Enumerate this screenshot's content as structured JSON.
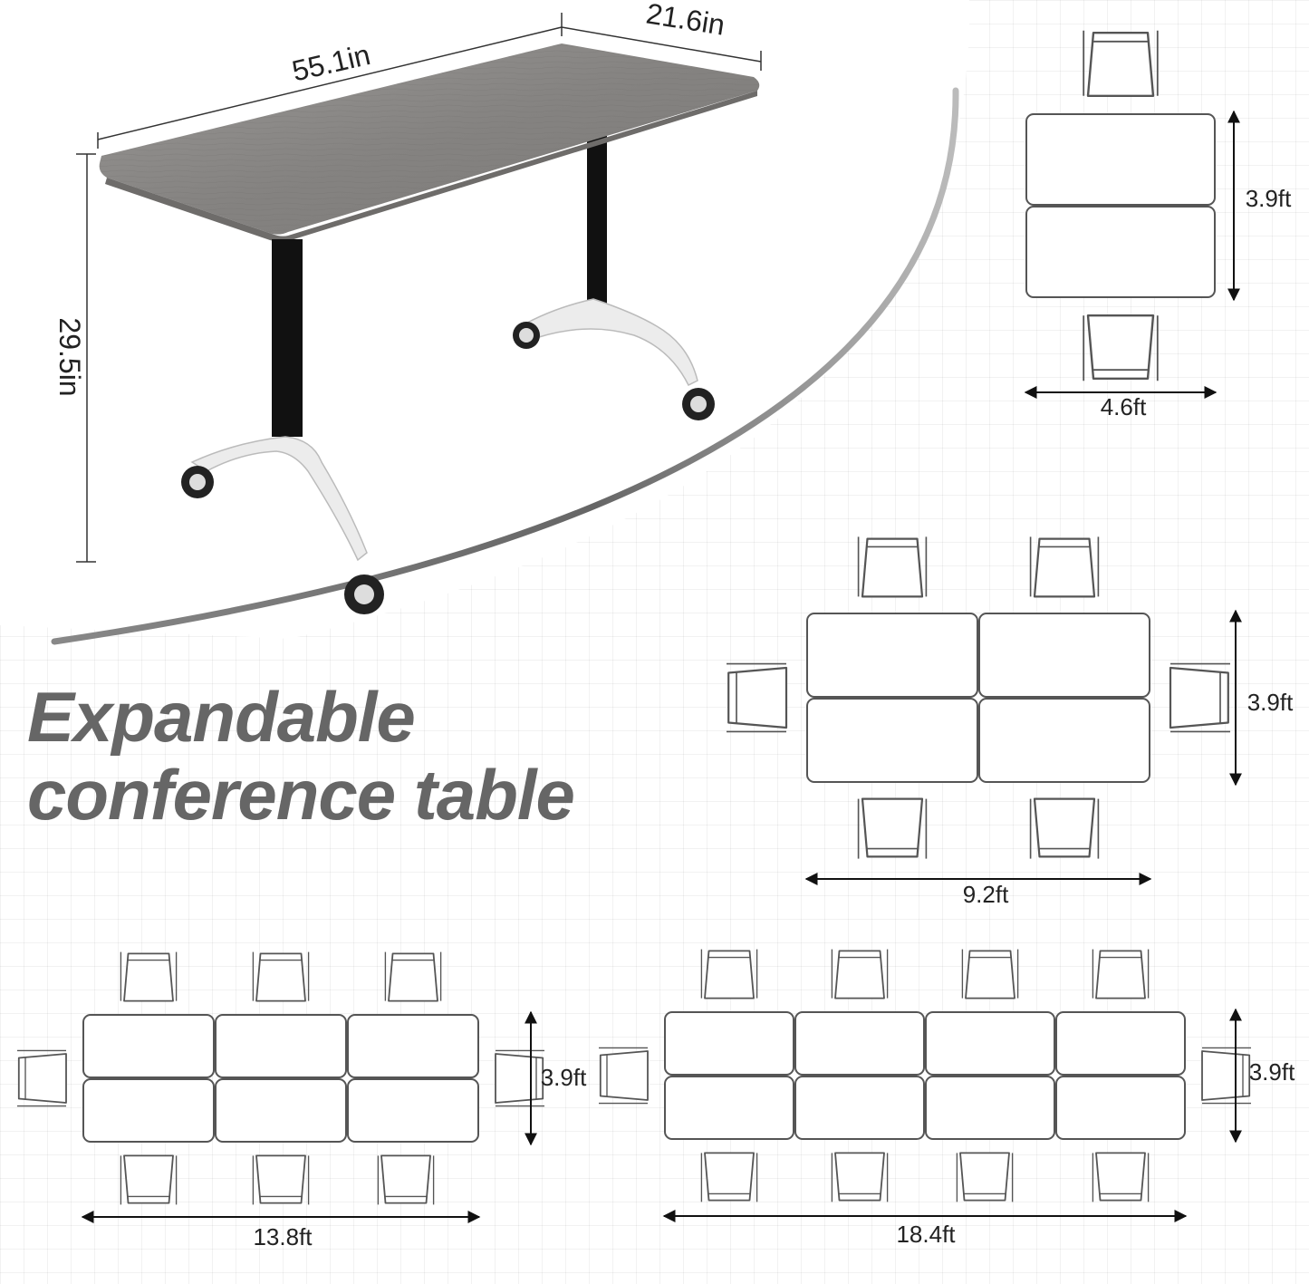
{
  "headline": {
    "line1": "Expandable",
    "line2": "conference table"
  },
  "table_dimensions": {
    "length": "55.1in",
    "depth": "21.6in",
    "height": "29.5in"
  },
  "layouts": [
    {
      "tables": 2,
      "chairs": 2,
      "width_label": "4.6ft",
      "depth_label": "3.9ft"
    },
    {
      "tables": 4,
      "chairs": 6,
      "width_label": "9.2ft",
      "depth_label": "3.9ft"
    },
    {
      "tables": 6,
      "chairs": 8,
      "width_label": "13.8ft",
      "depth_label": "3.9ft"
    },
    {
      "tables": 8,
      "chairs": 10,
      "width_label": "18.4ft",
      "depth_label": "3.9ft"
    }
  ],
  "colors": {
    "tabletop": "#8a8886",
    "leg": "#111111",
    "base": "#eeeeee",
    "outline": "#555555",
    "headline": "#666666"
  }
}
